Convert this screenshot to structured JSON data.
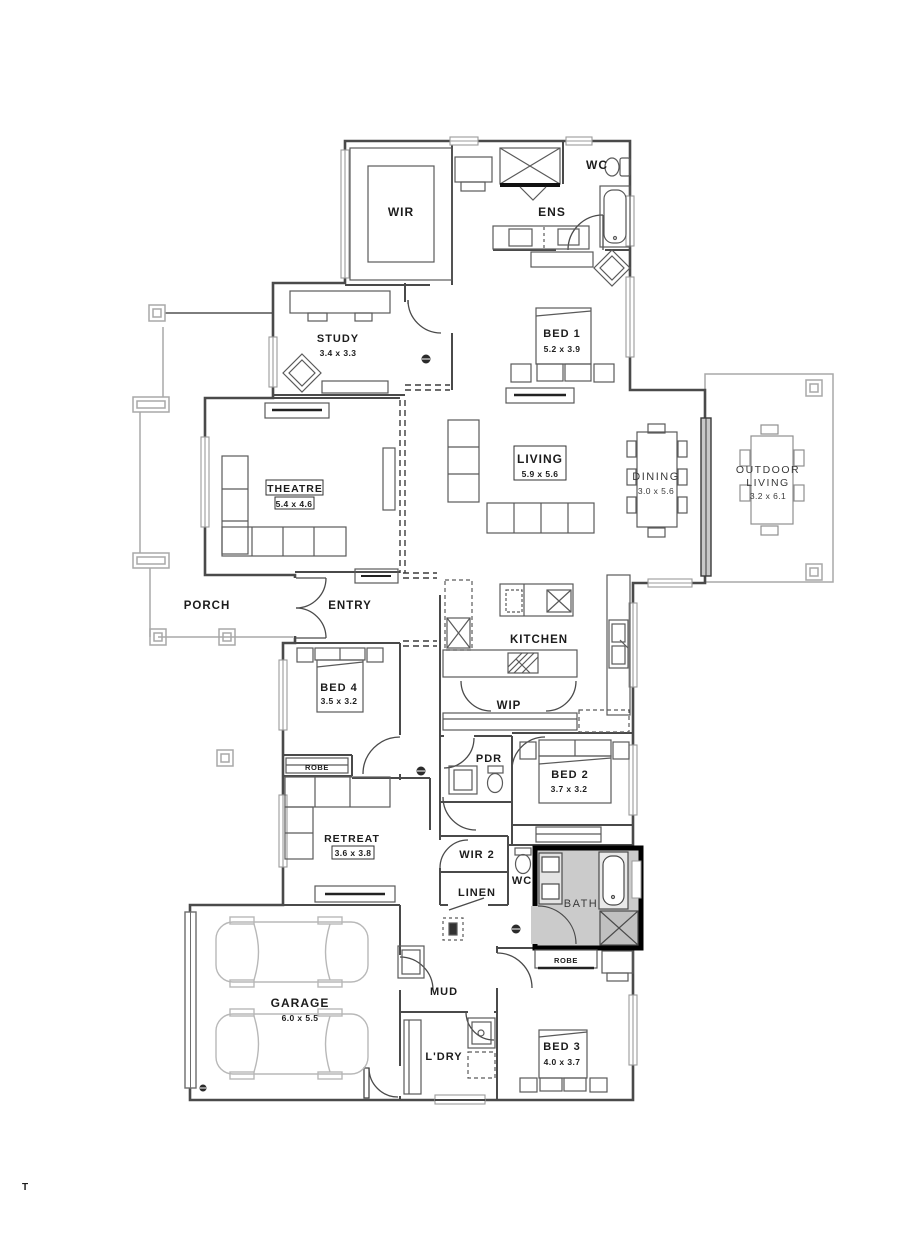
{
  "drawing": {
    "type": "residential floor plan",
    "highlight_room": "BATH",
    "note_bottom_left": "T"
  },
  "colors": {
    "wall": "#4a4a4a",
    "furniture": "#5a5a5a",
    "light_outline": "#a8a8a8",
    "car": "#b8b8b8",
    "bath_highlight_fill": "#cbcbcb",
    "bath_highlight_border": "#000000",
    "background": "#ffffff"
  },
  "rooms": {
    "wir": {
      "label": "WIR"
    },
    "ens": {
      "label": "ENS"
    },
    "wc_ens": {
      "label": "WC"
    },
    "bed1": {
      "label": "BED 1",
      "dims": "5.2 x 3.9"
    },
    "study": {
      "label": "STUDY",
      "dims": "3.4 x 3.3"
    },
    "theatre": {
      "label": "THEATRE",
      "dims": "5.4 x 4.6"
    },
    "living": {
      "label": "LIVING",
      "dims": "5.9 x 5.6"
    },
    "dining": {
      "label": "DINING",
      "dims": "3.0 x 5.6"
    },
    "outdoor_living": {
      "line1": "OUTDOOR",
      "line2": "LIVING",
      "dims": "3.2 x 6.1"
    },
    "porch": {
      "label": "PORCH"
    },
    "entry": {
      "label": "ENTRY"
    },
    "kitchen": {
      "label": "KITCHEN"
    },
    "wip": {
      "label": "WIP"
    },
    "bed4": {
      "label": "BED 4",
      "dims": "3.5 x 3.2"
    },
    "robe_bed4": {
      "label": "ROBE"
    },
    "retreat": {
      "label": "RETREAT",
      "dims": "3.6 x 3.8"
    },
    "pdr": {
      "label": "PDR"
    },
    "bed2": {
      "label": "BED 2",
      "dims": "3.7 x 3.2"
    },
    "wir2": {
      "label": "WIR 2"
    },
    "linen": {
      "label": "LINEN"
    },
    "wc_bath": {
      "label": "WC"
    },
    "bath": {
      "label": "BATH"
    },
    "robe_bed3": {
      "label": "ROBE"
    },
    "garage": {
      "label": "GARAGE",
      "dims": "6.0 x 5.5"
    },
    "mud": {
      "label": "MUD"
    },
    "ldry": {
      "label": "L'DRY"
    },
    "bed3": {
      "label": "BED 3",
      "dims": "4.0 x 3.7"
    }
  }
}
